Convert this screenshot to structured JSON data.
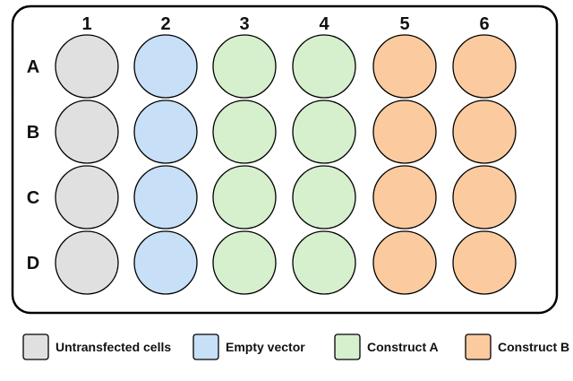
{
  "plate": {
    "columns": [
      "1",
      "2",
      "3",
      "4",
      "5",
      "6"
    ],
    "rows": [
      "A",
      "B",
      "C",
      "D"
    ],
    "column_groups": [
      "untransfected",
      "empty_vector",
      "construct_a",
      "construct_a",
      "construct_b",
      "construct_b"
    ]
  },
  "groups": {
    "untransfected": {
      "label": "Untransfected cells",
      "color": "#e0e0e0"
    },
    "empty_vector": {
      "label": "Empty vector",
      "color": "#c7dff7"
    },
    "construct_a": {
      "label": "Construct A",
      "color": "#d6efcd"
    },
    "construct_b": {
      "label": "Construct B",
      "color": "#fbcb9f"
    }
  },
  "legend": [
    "untransfected",
    "empty_vector",
    "construct_a",
    "construct_b"
  ]
}
